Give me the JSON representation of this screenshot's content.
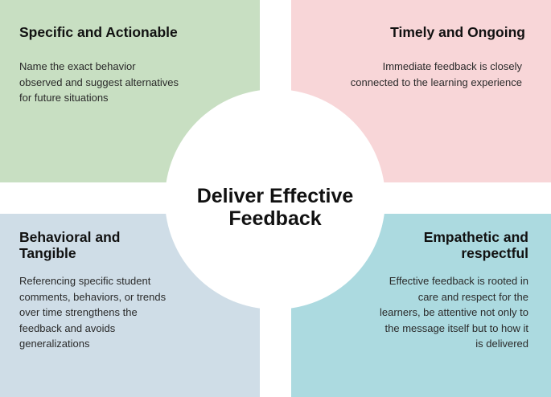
{
  "center": {
    "title": "Deliver Effective Feedback"
  },
  "quadrants": {
    "top_left": {
      "title": "Specific and Actionable",
      "body": "Name the exact behavior\nobserved and suggest alternatives\nfor future situations",
      "color": "#c8dfc2"
    },
    "top_right": {
      "title": "Timely and Ongoing",
      "body": "Immediate feedback is closely\nconnected to the learning experience",
      "color": "#f8d6d8"
    },
    "bottom_left": {
      "title": "Behavioral and\nTangible",
      "body": "Referencing specific student\ncomments, behaviors, or trends\nover time strengthens the\nfeedback and avoids\ngeneralizations",
      "color": "#cfdde7"
    },
    "bottom_right": {
      "title": "Empathetic and\nrespectful",
      "body": "Effective feedback is rooted in\ncare and respect for the\nlearners, be attentive not only to\nthe message itself but to how it\nis delivered",
      "color": "#acdae0"
    }
  }
}
